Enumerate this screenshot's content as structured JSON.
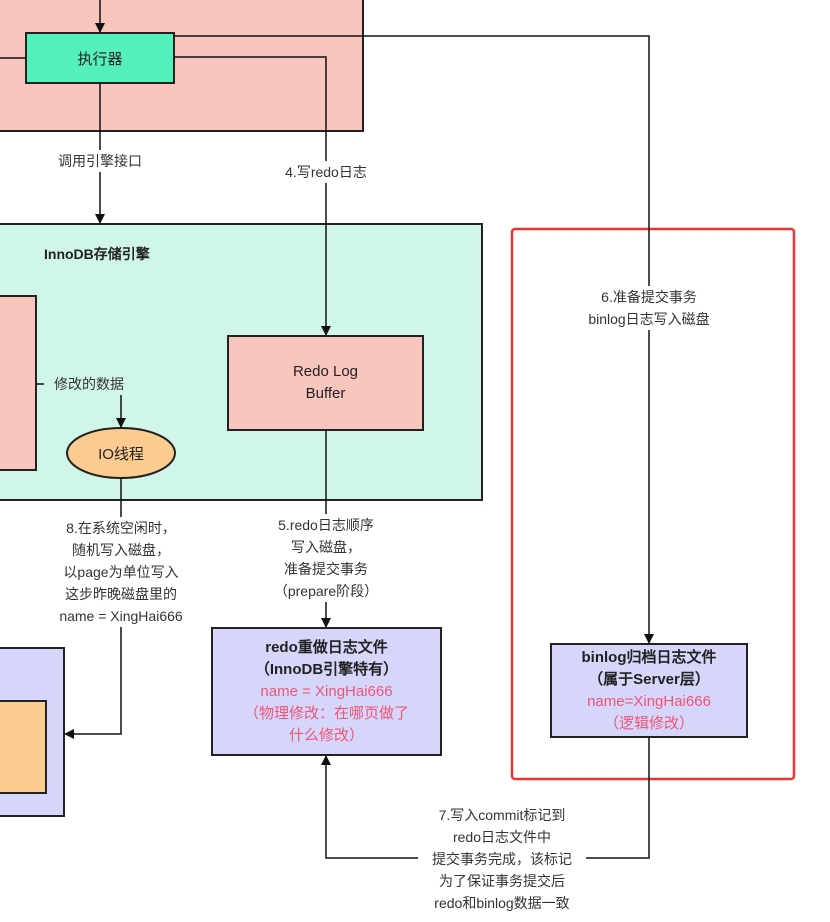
{
  "nodes": {
    "executor": "执行器",
    "innodb_title": "InnoDB存储引擎",
    "redo_log_buffer": [
      "Redo Log",
      "Buffer"
    ],
    "io_thread": "IO线程",
    "redo_file": {
      "title": [
        "redo重做日志文件",
        "（InnoDB引擎特有）"
      ],
      "value": "name = XingHai666",
      "note": [
        "（物理修改：在哪页做了",
        "什么修改）"
      ]
    },
    "binlog_file": {
      "title": [
        "binlog归档日志文件",
        "（属于Server层）"
      ],
      "value": "name=XingHai666",
      "note": "（逻辑修改）"
    }
  },
  "edges": {
    "call_engine": "调用引擎接口",
    "write_redo": "4.写redo日志",
    "modified_data": "修改的数据",
    "prepare_binlog": [
      "6.准备提交事务",
      "binlog日志写入磁盘"
    ],
    "redo_seq": [
      "5.redo日志顺序",
      "写入磁盘，",
      "准备提交事务",
      "（prepare阶段）"
    ],
    "idle_write": [
      "8.在系统空闲时，",
      "随机写入磁盘，",
      "以page为单位写入",
      "这步昨晚磁盘里的",
      "name = XingHai666"
    ],
    "commit": [
      "7.写入commit标记到",
      "redo日志文件中",
      "提交事务完成，该标记",
      "为了保证事务提交后",
      "redo和binlog数据一致"
    ]
  },
  "colors": {
    "server_layer": "#f8c6bd",
    "executor": "#54f0bb",
    "innodb": "#d0f6e8",
    "redo_buffer": "#f8c6bd",
    "io_thread": "#fbcb8f",
    "log_file": "#d6d6fb",
    "highlight_frame": "#ee3333",
    "note_text": "#ee5577"
  }
}
